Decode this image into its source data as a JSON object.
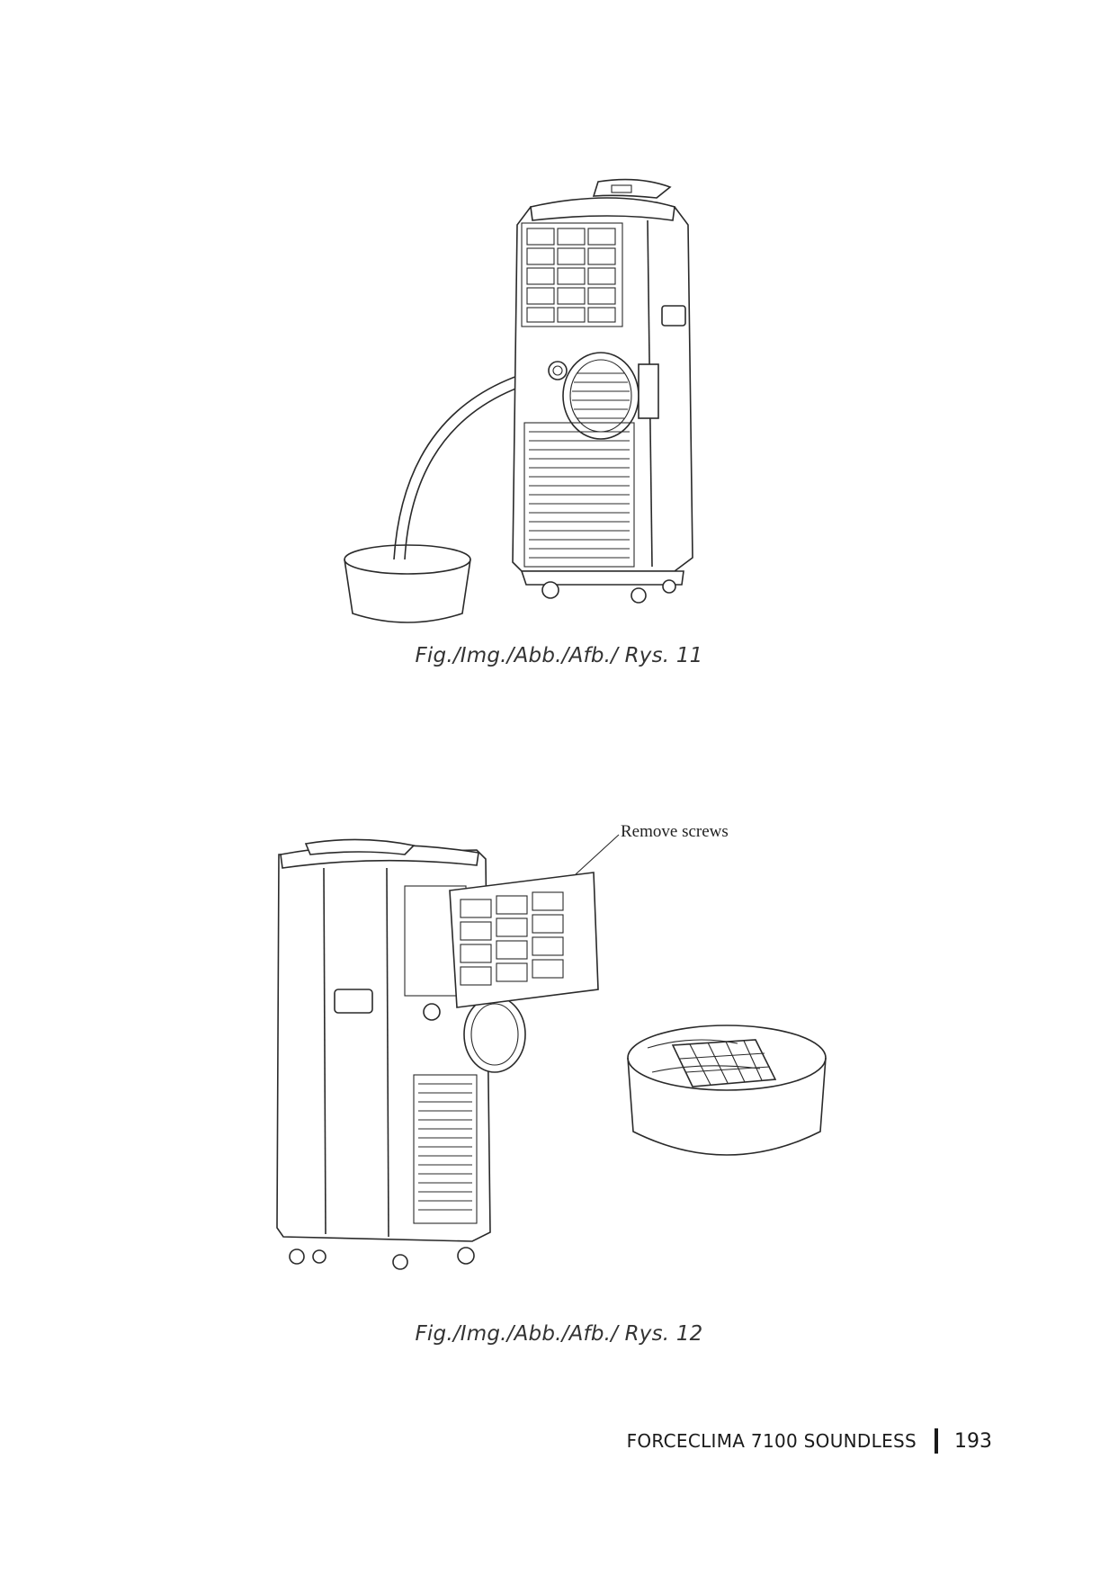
{
  "figures": [
    {
      "caption": "Fig./Img./Abb./Afb./ Rys. 11"
    },
    {
      "caption": "Fig./Img./Abb./Afb./ Rys. 12",
      "annotation": "Remove screws"
    }
  ],
  "footer": {
    "product": "FORCECLIMA 7100 SOUNDLESS",
    "page_number": "193"
  }
}
